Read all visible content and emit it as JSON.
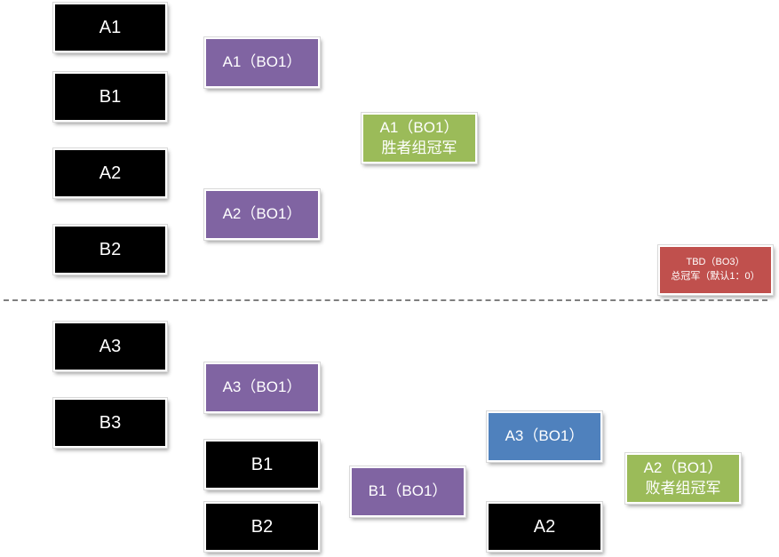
{
  "upper": {
    "r1": [
      "A1",
      "B1",
      "A2",
      "B2"
    ],
    "r2": [
      "A1（BO1）",
      "A2（BO1）"
    ],
    "winner": {
      "line1": "A1（BO1）",
      "line2": "胜者组冠军"
    }
  },
  "final": {
    "line1": "TBD（BO3）",
    "line2": "总冠军（默认1：0）"
  },
  "lower": {
    "r1": [
      "A3",
      "B3"
    ],
    "r2": [
      "A3（BO1）",
      "B1",
      "B2"
    ],
    "r3": [
      "B1（BO1）",
      "A3（BO1）",
      "A2"
    ],
    "loser": {
      "line1": "A2（BO1）",
      "line2": "败者组冠军"
    }
  },
  "colors": {
    "black": "#000000",
    "purple": "#8064a2",
    "green": "#9bbb59",
    "blue": "#4f81bd",
    "red": "#c0504d"
  }
}
